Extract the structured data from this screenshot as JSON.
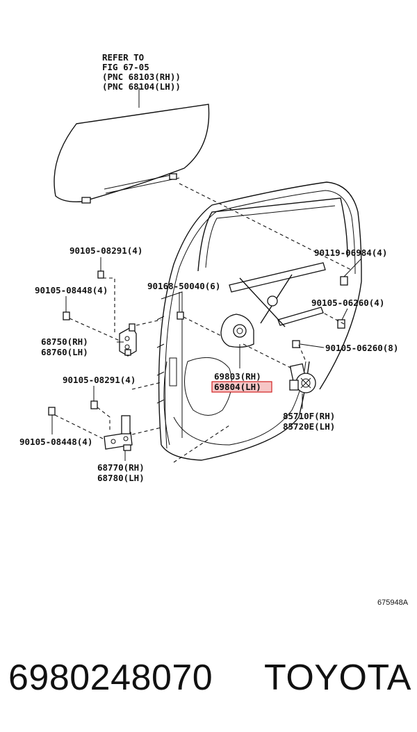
{
  "labels": {
    "refer_1": "REFER TO",
    "refer_2": "FIG 67-05",
    "refer_3": "(PNC 68103(RH))",
    "refer_4": "(PNC 68104(LH))",
    "p90105_08291_top": "90105-08291(4)",
    "p90105_08448_top": "90105-08448(4)",
    "p90168_50040": "90168-50040(6)",
    "p90119_06984": "90119-06984(4)",
    "p90105_06260_4": "90105-06260(4)",
    "p90105_06260_8": "90105-06260(8)",
    "p68750": "68750(RH)",
    "p68760": "68760(LH)",
    "p69803": "69803(RH)",
    "p69804": "69804(LH)",
    "p90105_08291_bot": "90105-08291(4)",
    "p85710": "85710F(RH)",
    "p85720": "85720E(LH)",
    "p90105_08448_bot": "90105-08448(4)",
    "p68770": "68770(RH)",
    "p68780": "68780(LH)",
    "figure_id": "675948A"
  },
  "highlight_color": "#d22222",
  "footer": {
    "part_number": "6980248070",
    "brand": "TOYOTA"
  }
}
